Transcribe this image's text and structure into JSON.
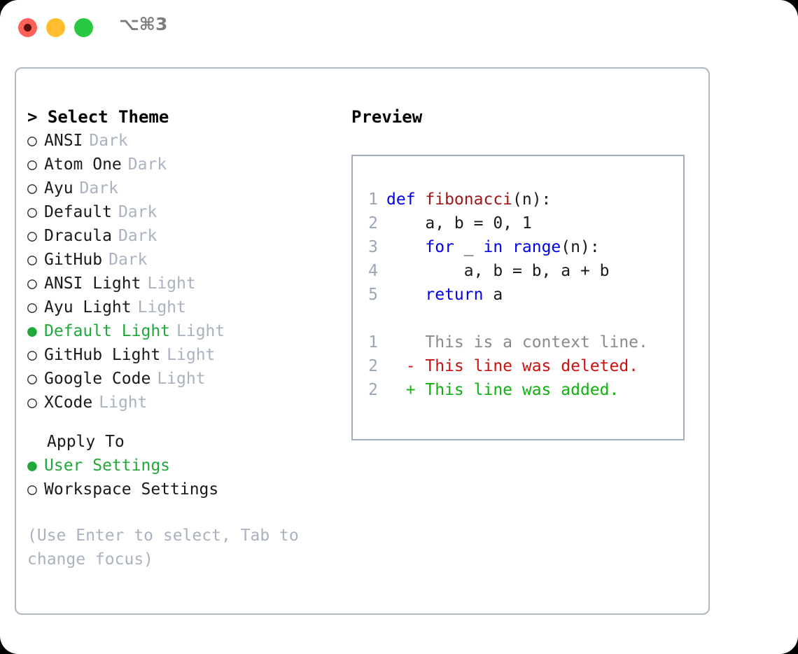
{
  "window": {
    "shortcut": "⌥⌘3",
    "traffic_lights": [
      {
        "name": "close",
        "color": "#ff6058"
      },
      {
        "name": "minimize",
        "color": "#ffbd2e"
      },
      {
        "name": "maximize",
        "color": "#28c840"
      }
    ]
  },
  "theme_panel": {
    "header": "> Select Theme",
    "marker_selected": "●",
    "marker_unselected": "○",
    "items": [
      {
        "name": "ANSI",
        "kind": "Dark",
        "selected": false
      },
      {
        "name": "Atom One",
        "kind": "Dark",
        "selected": false
      },
      {
        "name": "Ayu",
        "kind": "Dark",
        "selected": false
      },
      {
        "name": "Default",
        "kind": "Dark",
        "selected": false
      },
      {
        "name": "Dracula",
        "kind": "Dark",
        "selected": false
      },
      {
        "name": "GitHub",
        "kind": "Dark",
        "selected": false
      },
      {
        "name": "ANSI Light",
        "kind": "Light",
        "selected": false
      },
      {
        "name": "Ayu Light",
        "kind": "Light",
        "selected": false
      },
      {
        "name": "Default Light",
        "kind": "Light",
        "selected": true
      },
      {
        "name": "GitHub Light",
        "kind": "Light",
        "selected": false
      },
      {
        "name": "Google Code",
        "kind": "Light",
        "selected": false
      },
      {
        "name": "XCode",
        "kind": "Light",
        "selected": false
      }
    ]
  },
  "apply_to": {
    "label": "Apply To",
    "options": [
      {
        "name": "User Settings",
        "selected": true
      },
      {
        "name": "Workspace Settings",
        "selected": false
      }
    ]
  },
  "hint": {
    "line1": "(Use Enter to select, Tab to",
    "line2": "change focus)"
  },
  "preview": {
    "header": "Preview",
    "code_lines": [
      {
        "number": "1",
        "tokens": [
          {
            "text": "def ",
            "style": "kw"
          },
          {
            "text": "fibonacci",
            "style": "fn"
          },
          {
            "text": "(n):",
            "style": "plain"
          }
        ]
      },
      {
        "number": "2",
        "tokens": [
          {
            "text": "    a, b = 0, 1",
            "style": "plain"
          }
        ]
      },
      {
        "number": "3",
        "tokens": [
          {
            "text": "    ",
            "style": "plain"
          },
          {
            "text": "for",
            "style": "kw"
          },
          {
            "text": " _ ",
            "style": "plain"
          },
          {
            "text": "in",
            "style": "kw"
          },
          {
            "text": " ",
            "style": "plain"
          },
          {
            "text": "range",
            "style": "kw"
          },
          {
            "text": "(n):",
            "style": "plain"
          }
        ]
      },
      {
        "number": "4",
        "tokens": [
          {
            "text": "        a, b = b, a + b",
            "style": "plain"
          }
        ]
      },
      {
        "number": "5",
        "tokens": [
          {
            "text": "    ",
            "style": "plain"
          },
          {
            "text": "return",
            "style": "kw"
          },
          {
            "text": " a",
            "style": "plain"
          }
        ]
      }
    ],
    "diff_lines": [
      {
        "number": "1",
        "sign": "  ",
        "text": "This is a context line.",
        "style": "ctx"
      },
      {
        "number": "2",
        "sign": "- ",
        "text": "This line was deleted.",
        "style": "del"
      },
      {
        "number": "2",
        "sign": "+ ",
        "text": "This line was added.",
        "style": "add"
      }
    ]
  },
  "colors": {
    "accent_green": "#20a83a",
    "muted_gray": "#aab2c0",
    "keyword_blue": "#0000ee",
    "function_red": "#a11616",
    "diff_delete": "#cc1111",
    "diff_add": "#11b011",
    "panel_border": "#b0b8c4",
    "preview_border": "#a4aebf"
  }
}
